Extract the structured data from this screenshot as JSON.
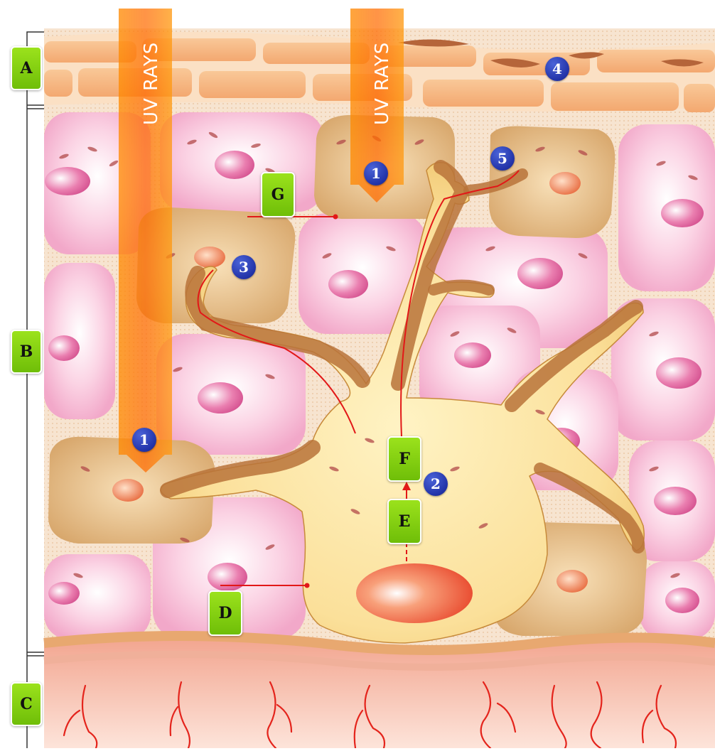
{
  "layer_labels": {
    "a": "A",
    "b": "B",
    "c": "C"
  },
  "part_labels": {
    "d": "D",
    "e": "E",
    "f": "F",
    "g": "G"
  },
  "step_numbers": {
    "one_left": "1",
    "one_top": "1",
    "two": "2",
    "three": "3",
    "four": "4",
    "five": "5"
  },
  "uv_label": "UV RAYS",
  "colors": {
    "label_green": "#7cc70e",
    "badge_blue": "#2a3fb8",
    "uv_orange": "#ff7a00",
    "keratinocyte_pink": "#f7c0d8",
    "melanocyte_yellow": "#f8d98a",
    "dermis_red": "#e23a2c"
  }
}
